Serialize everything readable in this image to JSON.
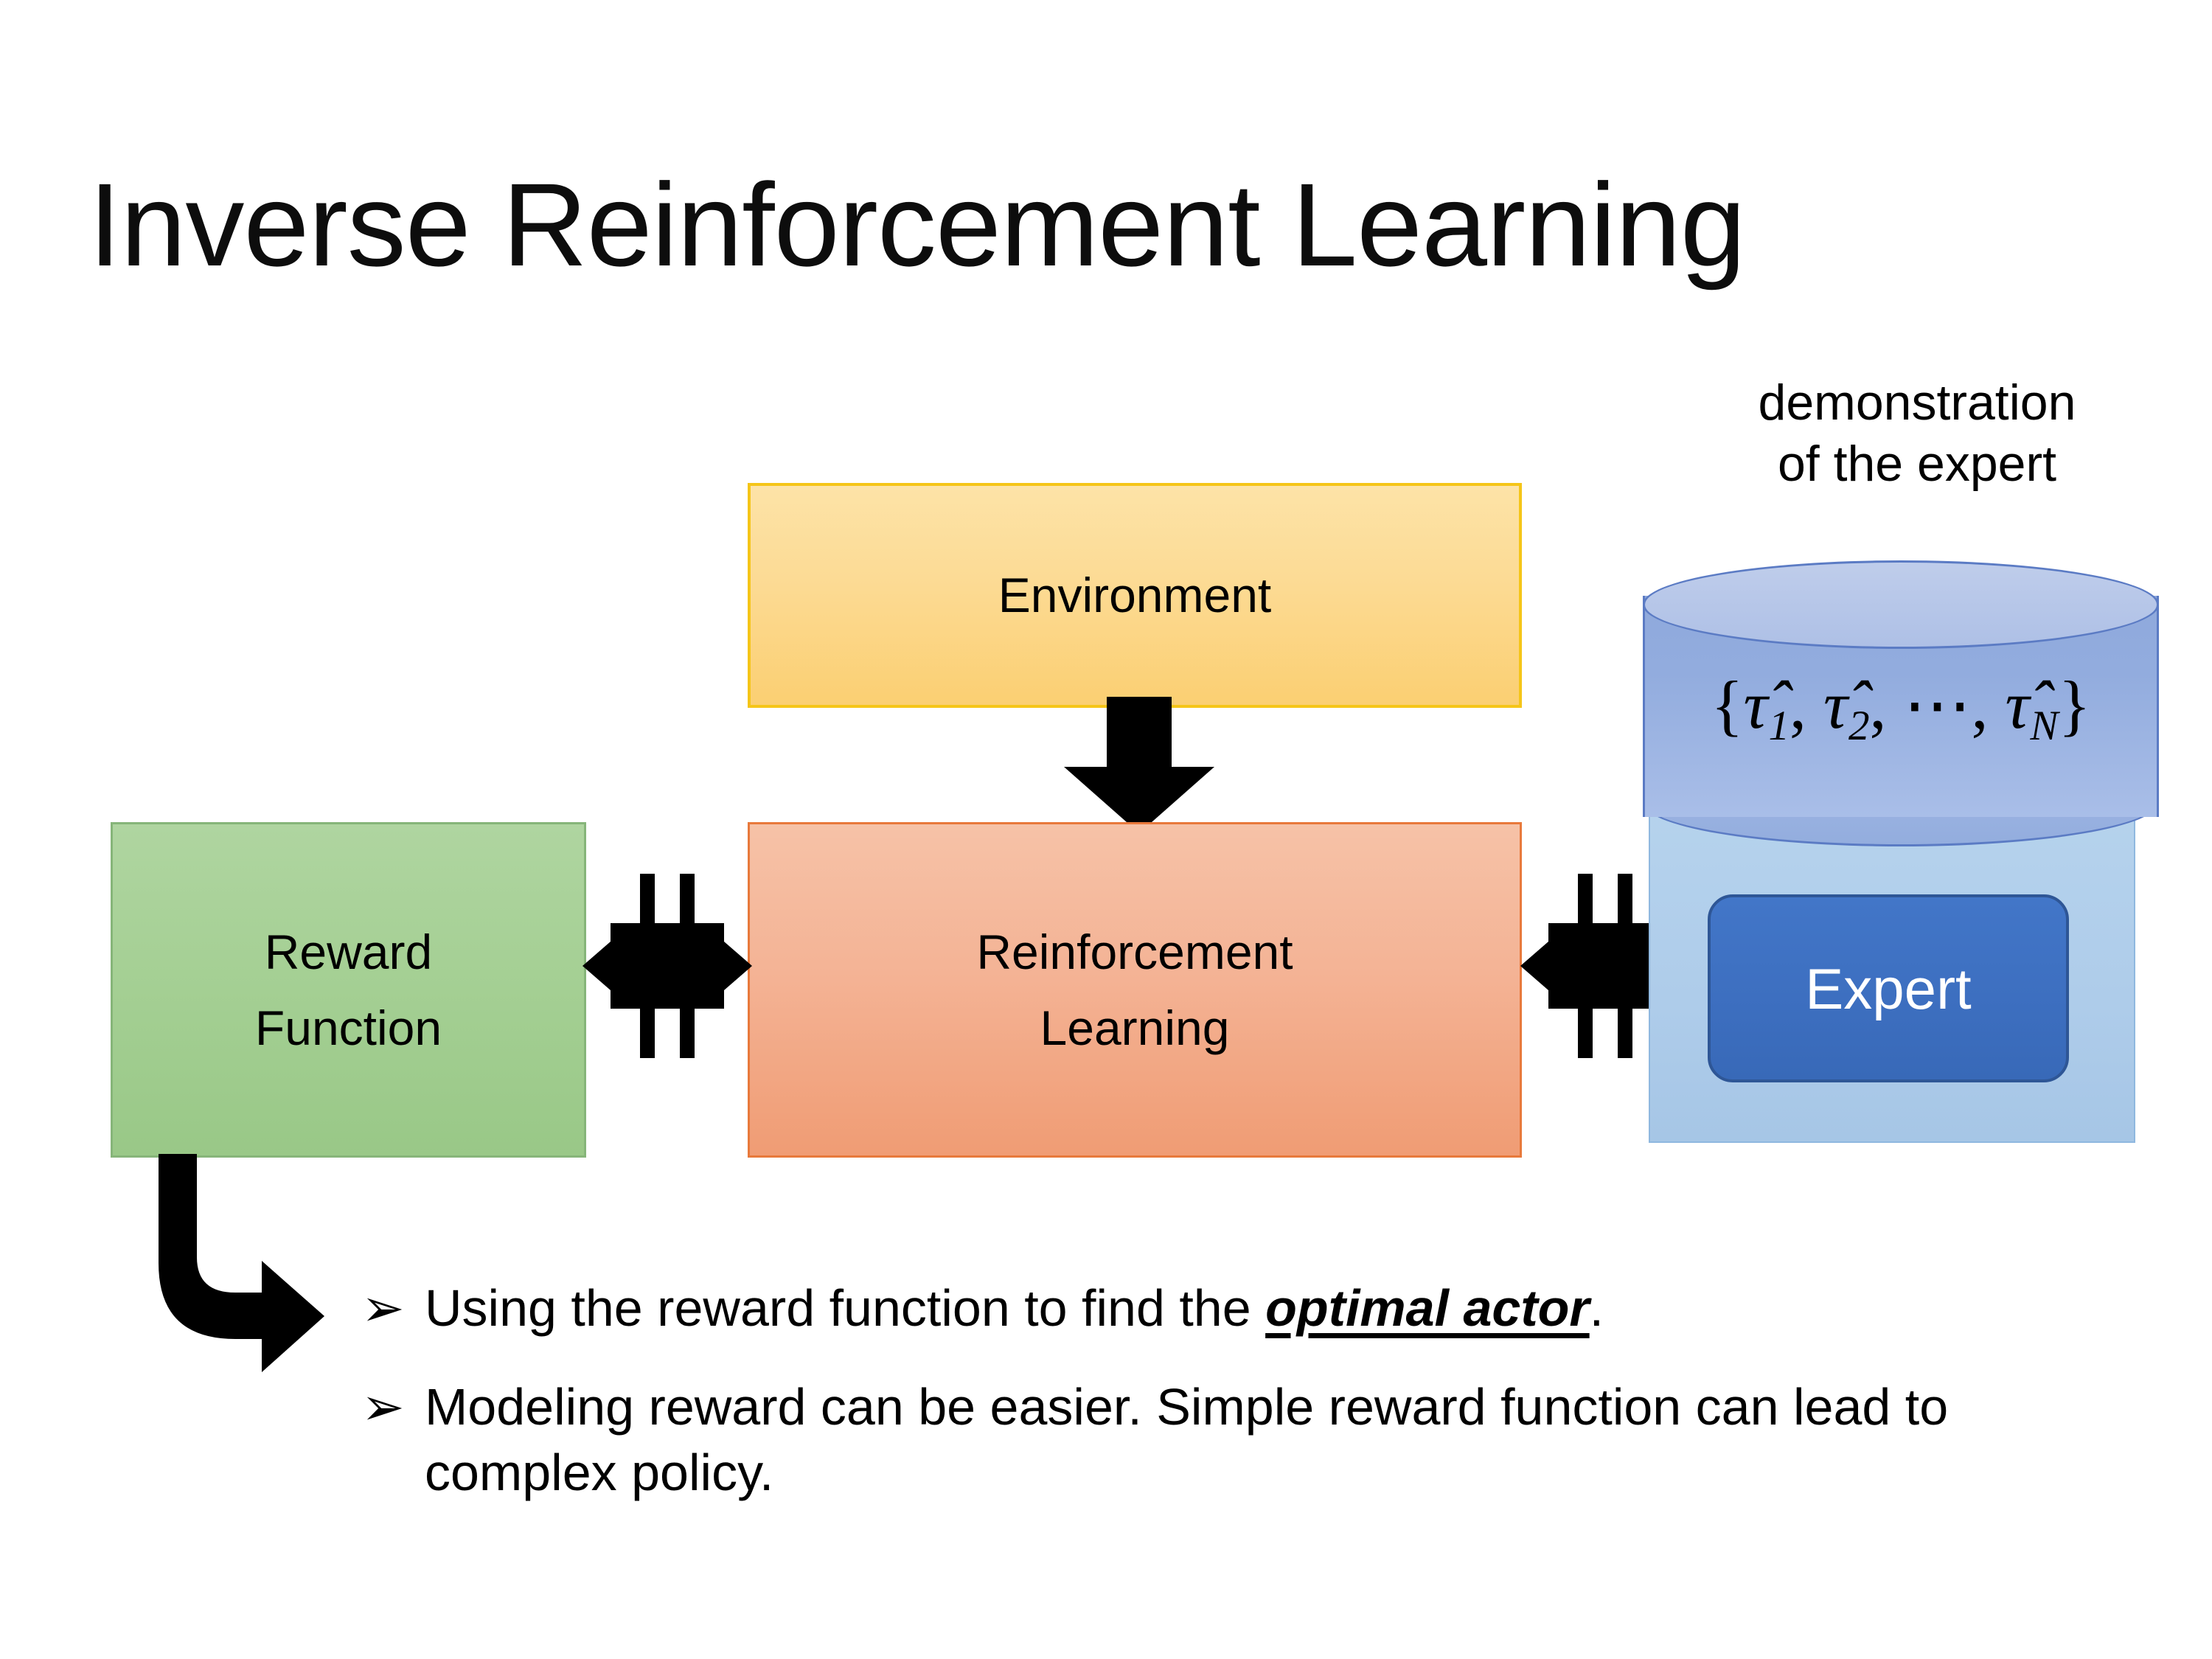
{
  "slide": {
    "title": "Inverse Reinforcement Learning",
    "background_color": "#FFFFFF"
  },
  "diagram": {
    "nodes": [
      {
        "name": "environment",
        "label": "Environment",
        "fill_top": "#FDE3A7",
        "fill_bottom": "#FBCF72",
        "border": "#F5C518"
      },
      {
        "name": "reinforcement-learning",
        "label_line1": "Reinforcement",
        "label_line2": "Learning",
        "fill_top": "#F6C2A7",
        "fill_bottom": "#F09C74",
        "border": "#E8793B"
      },
      {
        "name": "reward-function",
        "label_line1": "Reward",
        "label_line2": "Function",
        "fill_top": "#AFD5A0",
        "fill_bottom": "#99C887",
        "border": "#86B579"
      },
      {
        "name": "expert",
        "label": "Expert",
        "fill": "#3D6FC0",
        "border": "#2E5696",
        "text_color": "#FFFFFF"
      }
    ],
    "demonstration": {
      "caption_line1": "demonstration",
      "caption_line2": "of the expert",
      "cylinder_formula": {
        "open_brace": "{",
        "item1": "τ̂",
        "item1_sub": "1",
        "sep1": ", ",
        "item2": "τ̂",
        "item2_sub": "2",
        "sep2": ", ⋯, ",
        "item3": "τ̂",
        "item3_sub": "N",
        "close_brace": "}",
        "plain_text": "{τ̂1, τ̂2, ⋯, τ̂N}"
      },
      "cylinder_fill": "#92ACDE",
      "cylinder_border": "#5B7BC4",
      "panel_fill": "#AECCEA",
      "panel_border": "#8FB8DF"
    },
    "arrows": [
      {
        "name": "environment-to-rl-arrow",
        "direction": "down",
        "color": "#000000"
      },
      {
        "name": "reward-rl-quad-arrow",
        "direction": "four-way",
        "color": "#000000"
      },
      {
        "name": "rl-expert-quad-arrow",
        "direction": "four-way",
        "color": "#000000"
      },
      {
        "name": "reward-to-bullet-bent-arrow",
        "direction": "down-then-right",
        "color": "#000000"
      }
    ]
  },
  "bullets": {
    "marker": "➢",
    "items": [
      {
        "prefix": "Using the reward function to find the ",
        "emphasis": "optimal actor",
        "suffix": "."
      },
      {
        "prefix": "Modeling reward can be easier. Simple reward function can lead to complex policy.",
        "emphasis": "",
        "suffix": ""
      }
    ]
  }
}
